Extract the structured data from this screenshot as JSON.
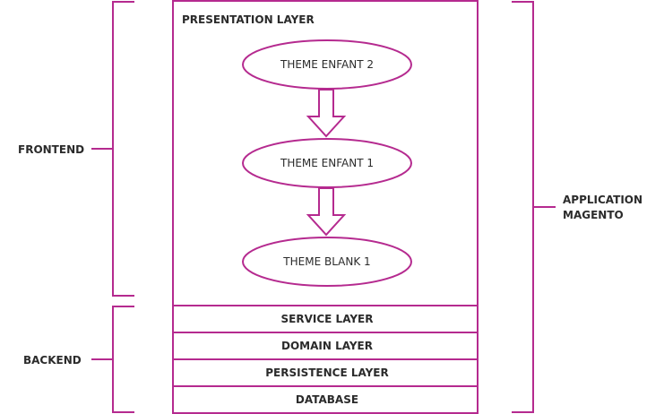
{
  "colors": {
    "accent": "#b52a8f",
    "text": "#2b2b2b",
    "background": "#ffffff"
  },
  "diagram": {
    "presentation_layer": {
      "title": "PRESENTATION LAYER",
      "themes": [
        {
          "label": "THEME ENFANT 2"
        },
        {
          "label": "THEME ENFANT 1"
        },
        {
          "label": "THEME  BLANK 1"
        }
      ]
    },
    "backend_layers": [
      {
        "label": "SERVICE LAYER"
      },
      {
        "label": "DOMAIN LAYER"
      },
      {
        "label": "PERSISTENCE LAYER"
      },
      {
        "label": "DATABASE"
      }
    ],
    "brackets": {
      "frontend": "FRONTEND",
      "backend": "BACKEND",
      "application_line1": "APPLICATION",
      "application_line2": "MAGENTO"
    }
  }
}
